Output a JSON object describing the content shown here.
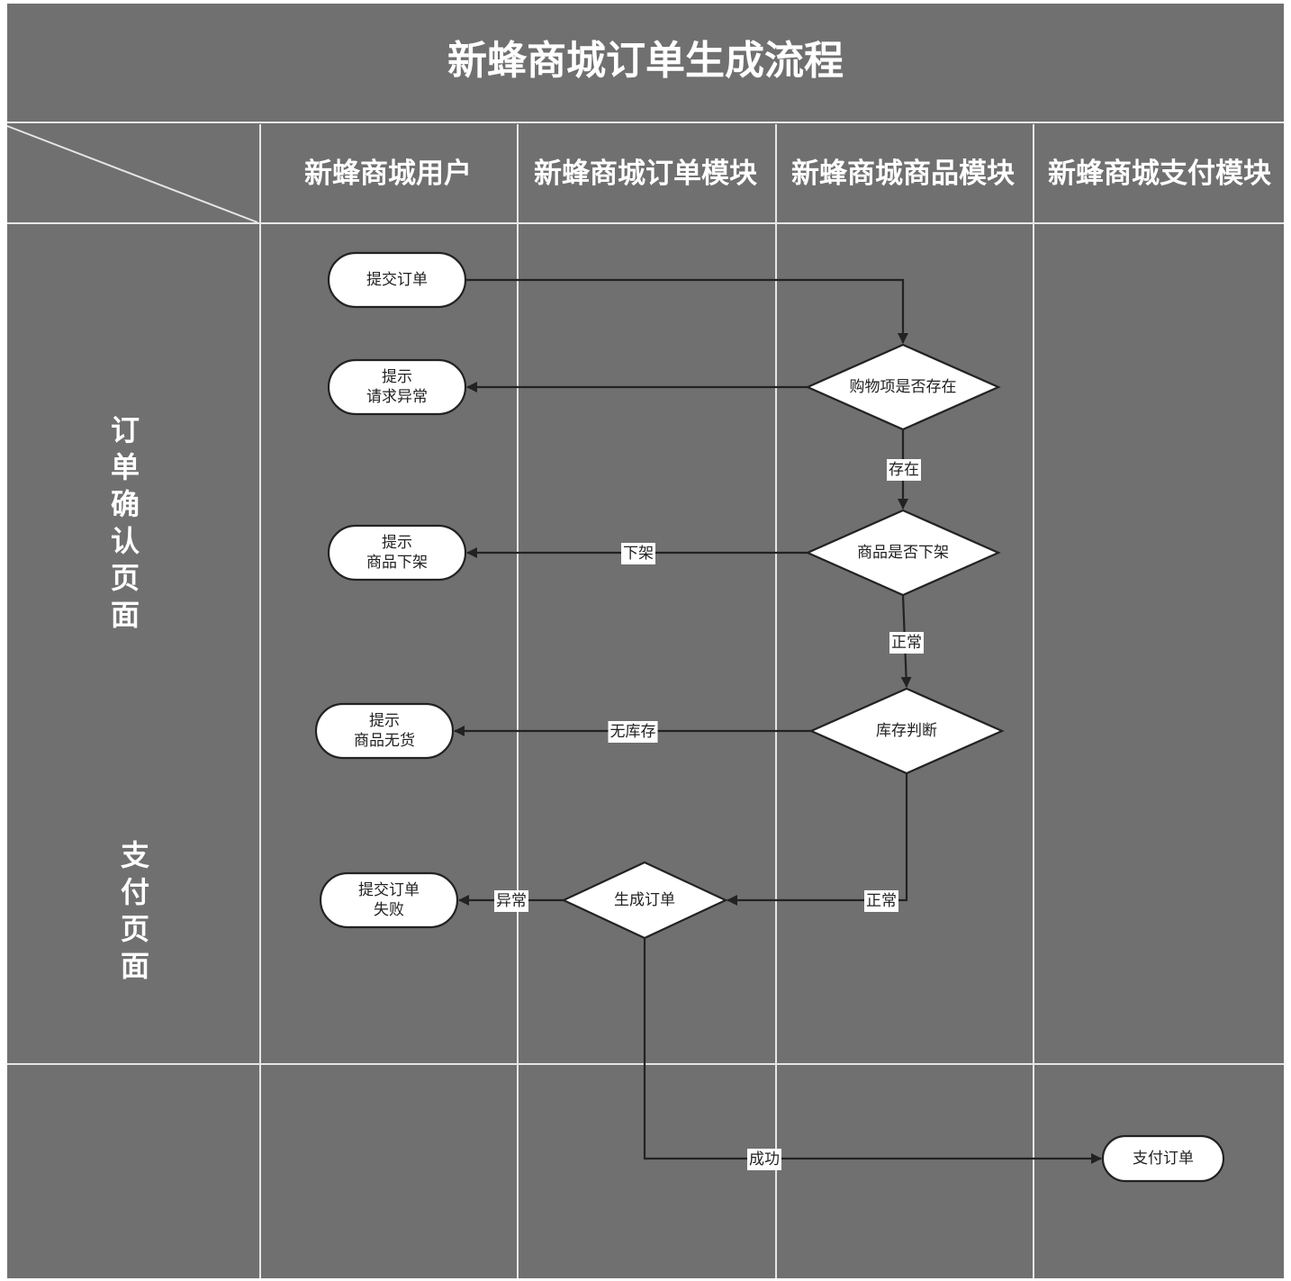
{
  "title": "新蜂商城订单生成流程",
  "colors": {
    "background": "#707070",
    "lines": "#e6e6e6",
    "node_fill": "#ffffff",
    "stroke": "#222222"
  },
  "columns": [
    "新蜂商城用户",
    "新蜂商城订单模块",
    "新蜂商城商品模块",
    "新蜂商城支付模块"
  ],
  "rows": [
    "订单确认页面",
    "支付页面"
  ],
  "nodes": {
    "submit_order": {
      "shape": "rounded",
      "lines": [
        "提交订单"
      ]
    },
    "tip_request_error": {
      "shape": "rounded",
      "lines": [
        "提示",
        "请求异常"
      ]
    },
    "cart_item_exists": {
      "shape": "diamond",
      "lines": [
        "购物项是否存在"
      ]
    },
    "tip_off_shelf": {
      "shape": "rounded",
      "lines": [
        "提示",
        "商品下架"
      ]
    },
    "is_off_shelf": {
      "shape": "diamond",
      "lines": [
        "商品是否下架"
      ]
    },
    "tip_out_of_stock": {
      "shape": "rounded",
      "lines": [
        "提示",
        "商品无货"
      ]
    },
    "stock_check": {
      "shape": "diamond",
      "lines": [
        "库存判断"
      ]
    },
    "submit_failed": {
      "shape": "rounded",
      "lines": [
        "提交订单",
        "失败"
      ]
    },
    "generate_order": {
      "shape": "diamond",
      "lines": [
        "生成订单"
      ]
    },
    "pay_order": {
      "shape": "rounded",
      "lines": [
        "支付订单"
      ]
    }
  },
  "edges": [
    {
      "from": "submit_order",
      "to": "cart_item_exists",
      "label": ""
    },
    {
      "from": "cart_item_exists",
      "to": "tip_request_error",
      "label": ""
    },
    {
      "from": "cart_item_exists",
      "to": "is_off_shelf",
      "label": "存在"
    },
    {
      "from": "is_off_shelf",
      "to": "tip_off_shelf",
      "label": "下架"
    },
    {
      "from": "is_off_shelf",
      "to": "stock_check",
      "label": "正常"
    },
    {
      "from": "stock_check",
      "to": "tip_out_of_stock",
      "label": "无库存"
    },
    {
      "from": "stock_check",
      "to": "generate_order",
      "label": "正常"
    },
    {
      "from": "generate_order",
      "to": "submit_failed",
      "label": "异常"
    },
    {
      "from": "generate_order",
      "to": "pay_order",
      "label": "成功"
    }
  ]
}
